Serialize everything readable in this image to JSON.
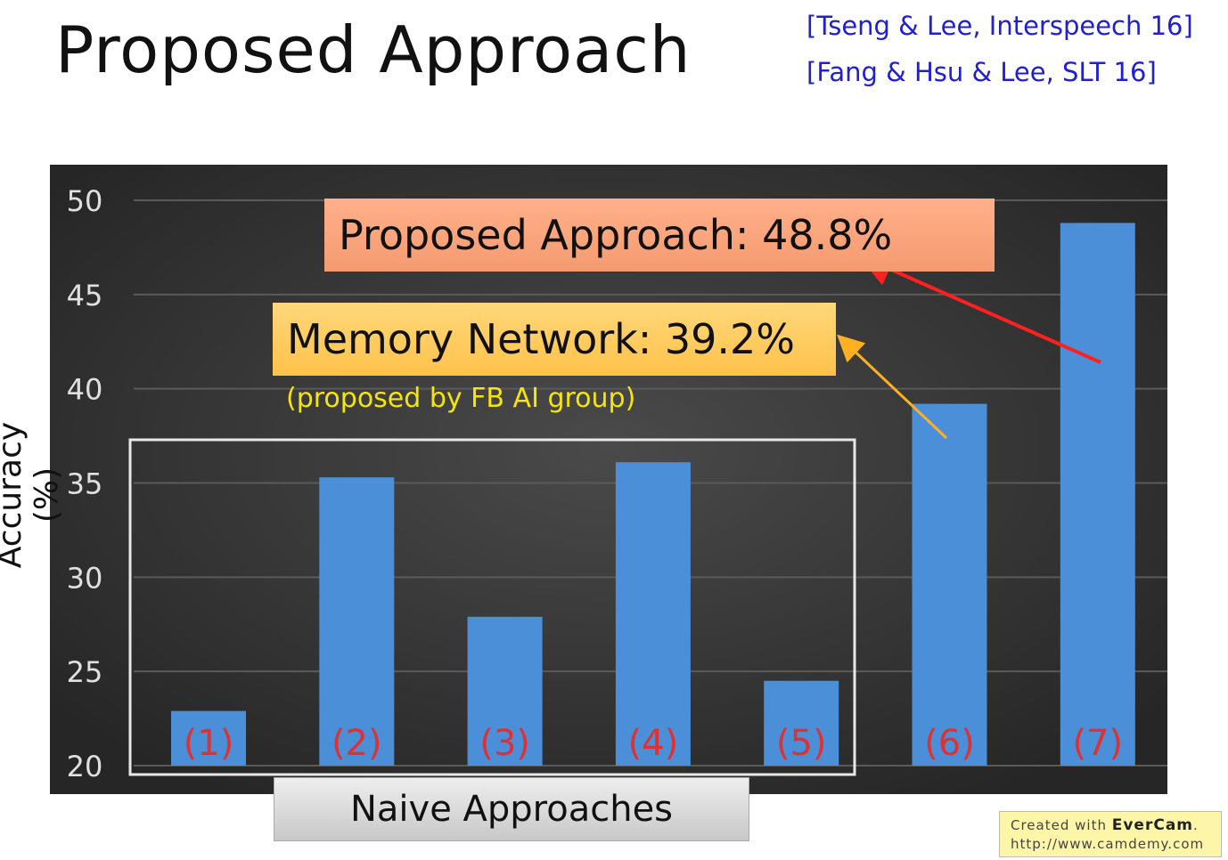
{
  "title": "Proposed Approach",
  "references": [
    "[Tseng & Lee, Interspeech 16]",
    "[Fang & Hsu & Lee, SLT 16]"
  ],
  "callouts": {
    "proposed": "Proposed Approach: 48.8%",
    "memory": "Memory Network: 39.2%",
    "memory_note": "(proposed by FB AI group)",
    "naive_group": "Naive Approaches"
  },
  "watermark": {
    "line1_prefix": "Created with ",
    "brand": "EverCam",
    "line1_suffix": ".",
    "line2": "http://www.camdemy.com"
  },
  "colors": {
    "bar": "#4a8fd8",
    "label": "#e03030",
    "bg": "#333333"
  },
  "chart_data": {
    "type": "bar",
    "categories": [
      "(1)",
      "(2)",
      "(3)",
      "(4)",
      "(5)",
      "(6)",
      "(7)"
    ],
    "values": [
      22.9,
      35.3,
      27.9,
      36.1,
      24.5,
      39.2,
      48.8
    ],
    "ylabel": "Accuracy (%)",
    "xlabel": "",
    "ylim": [
      20,
      50
    ],
    "yticks": [
      20,
      25,
      30,
      35,
      40,
      45,
      50
    ],
    "grid": true
  }
}
